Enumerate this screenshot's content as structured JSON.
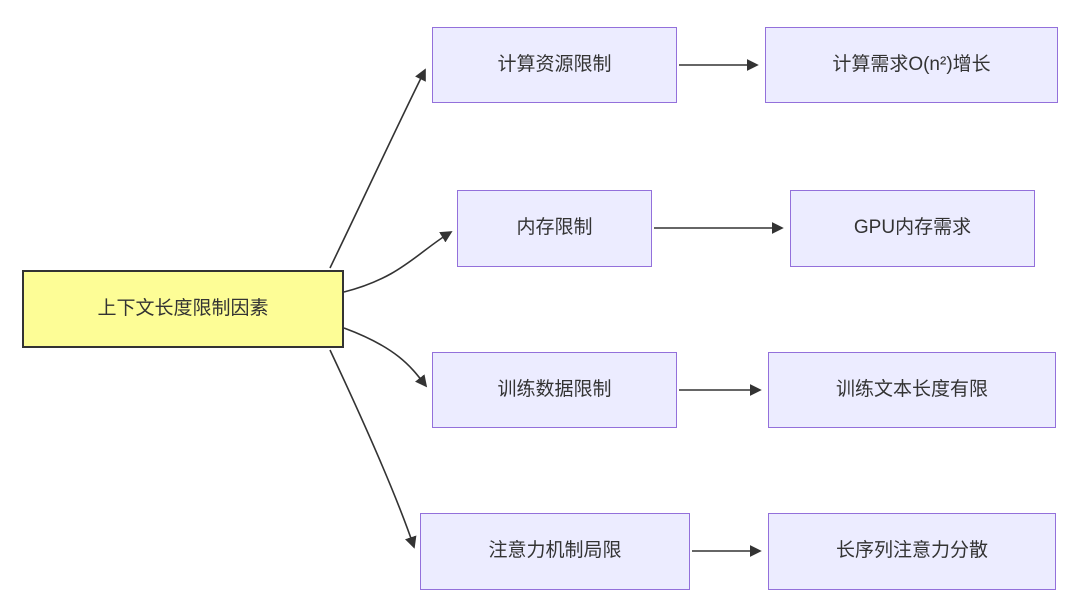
{
  "diagram": {
    "root": {
      "label": "上下文长度限制因素"
    },
    "branches": [
      {
        "mid": "计算资源限制",
        "leaf": "计算需求O(n²)增长"
      },
      {
        "mid": "内存限制",
        "leaf": "GPU内存需求"
      },
      {
        "mid": "训练数据限制",
        "leaf": "训练文本长度有限"
      },
      {
        "mid": "注意力机制局限",
        "leaf": "长序列注意力分散"
      }
    ],
    "colors": {
      "background": "#ffffff",
      "root_fill": "#FDFD96",
      "root_border": "#333333",
      "node_fill": "#ECECFF",
      "node_border": "#9370DB",
      "edge": "#333333",
      "text": "#333333"
    }
  }
}
